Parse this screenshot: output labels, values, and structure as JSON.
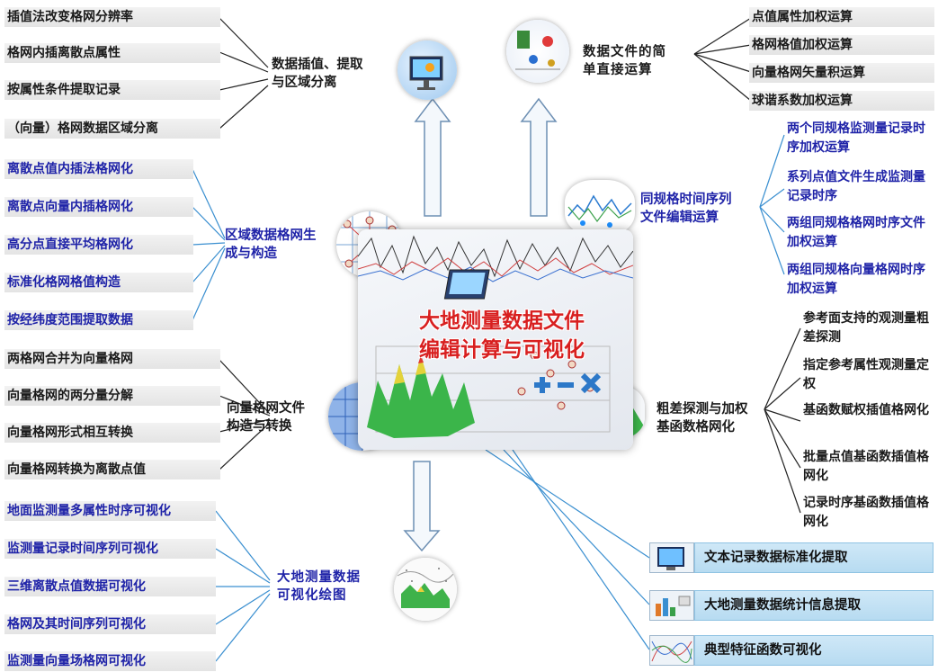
{
  "center": {
    "title_line1": "大地测量数据文件",
    "title_line2": "编辑计算与可视化"
  },
  "groups": {
    "interp": {
      "title_line1": "数据插值、提取",
      "title_line2": "与区域分离",
      "items": [
        "插值法改变格网分辨率",
        "格网内插离散点属性",
        "按属性条件提取记录",
        "（向量）格网数据区域分离"
      ]
    },
    "simple": {
      "title_line1": "数据文件的简",
      "title_line2": "单直接运算",
      "items": [
        "点值属性加权运算",
        "格网格值加权运算",
        "向量格网矢量积运算",
        "球谐系数加权运算"
      ]
    },
    "region": {
      "title_line1": "区域数据格网生",
      "title_line2": "成与构造",
      "items": [
        "离散点值内插法格网化",
        "离散点向量内插格网化",
        "高分点直接平均格网化",
        "标准化格网格值构造",
        "按经纬度范围提取数据"
      ]
    },
    "series": {
      "title_line1": "同规格时间序列",
      "title_line2": "文件编辑运算",
      "items": [
        "两个同规格监测量记录时序加权运算",
        "系列点值文件生成监测量记录时序",
        "两组同规格格网时序文件加权运算",
        "两组同规格向量格网时序加权运算"
      ]
    },
    "vector": {
      "title_line1": "向量格网文件",
      "title_line2": "构造与转换",
      "items": [
        "两格网合并为向量格网",
        "向量格网的两分量分解",
        "向量格网形式相互转换",
        "向量格网转换为离散点值"
      ]
    },
    "gross": {
      "title_line1": "粗差探测与加权",
      "title_line2": "基函数格网化",
      "items": [
        "参考面支持的观测量粗差探测",
        "指定参考属性观测量定权",
        "基函数赋权插值格网化",
        "批量点值基函数插值格网化",
        "记录时序基函数插值格网化"
      ]
    },
    "visual": {
      "title_line1": "大地测量数据",
      "title_line2": "可视化绘图",
      "items": [
        "地面监测量多属性时序可视化",
        "监测量记录时间序列可视化",
        "三维离散点值数据可视化",
        "格网及其时间序列可视化",
        "监测量向量场格网可视化"
      ]
    },
    "bottom": {
      "items": [
        "文本记录数据标准化提取",
        "大地测量数据统计信息提取",
        "典型特征函数可视化"
      ]
    }
  },
  "colors": {
    "item_blue": "#1f23a8",
    "title_red": "#d81f1f",
    "line_blue": "#3a8fd0",
    "box_blue": "#b7dbf1"
  }
}
